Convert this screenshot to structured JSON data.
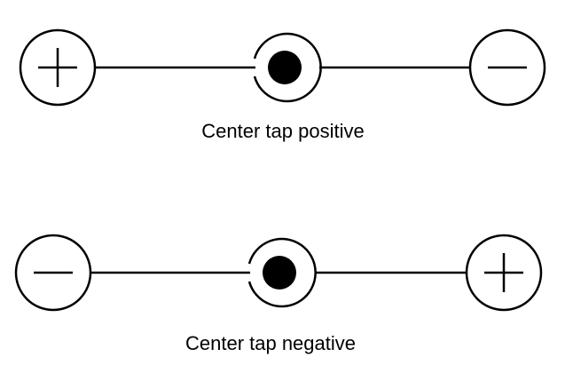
{
  "diagrams": [
    {
      "caption": "Center tap positive",
      "left_terminal": "plus",
      "right_terminal": "minus"
    },
    {
      "caption": "Center tap negative",
      "left_terminal": "minus",
      "right_terminal": "plus"
    }
  ],
  "colors": {
    "stroke": "#000000",
    "background": "#ffffff"
  },
  "icons": {
    "plus": "plus-icon",
    "minus": "minus-icon",
    "center": "barrel-jack-icon"
  }
}
